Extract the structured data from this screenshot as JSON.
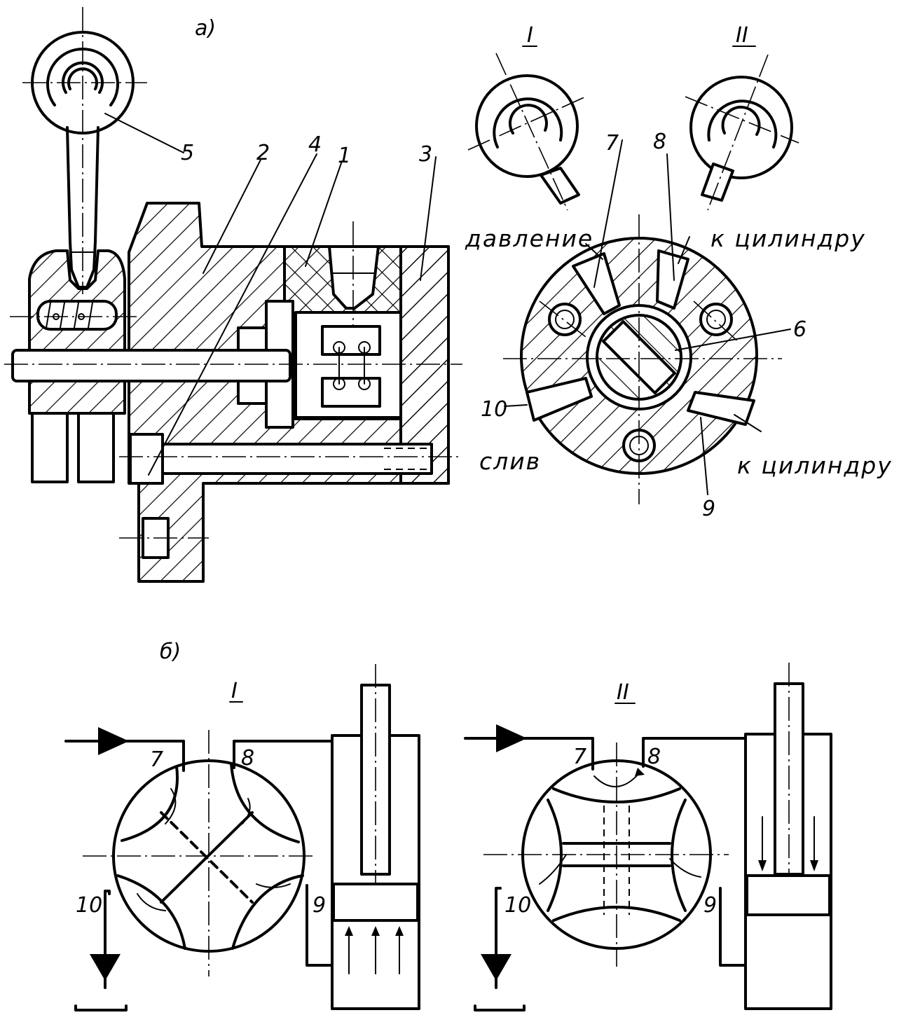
{
  "panels": {
    "a": "а)",
    "b": "б)"
  },
  "positions": {
    "first": "I",
    "second": "II"
  },
  "callouts": {
    "n1": "1",
    "n2": "2",
    "n3": "3",
    "n4": "4",
    "n5": "5",
    "n6": "6",
    "n7": "7",
    "n8": "8",
    "n9": "9",
    "n10": "10"
  },
  "ports": {
    "pressure": "давление",
    "to_cylinder_top": "к цилиндру",
    "to_cylinder_bottom": "к цилиндру",
    "drain": "слив"
  },
  "scheme": {
    "I": {
      "label": "I",
      "p7": "7",
      "p8": "8",
      "p9": "9",
      "p10": "10"
    },
    "II": {
      "label": "II",
      "p7": "7",
      "p8": "8",
      "p9": "9",
      "p10": "10"
    }
  }
}
